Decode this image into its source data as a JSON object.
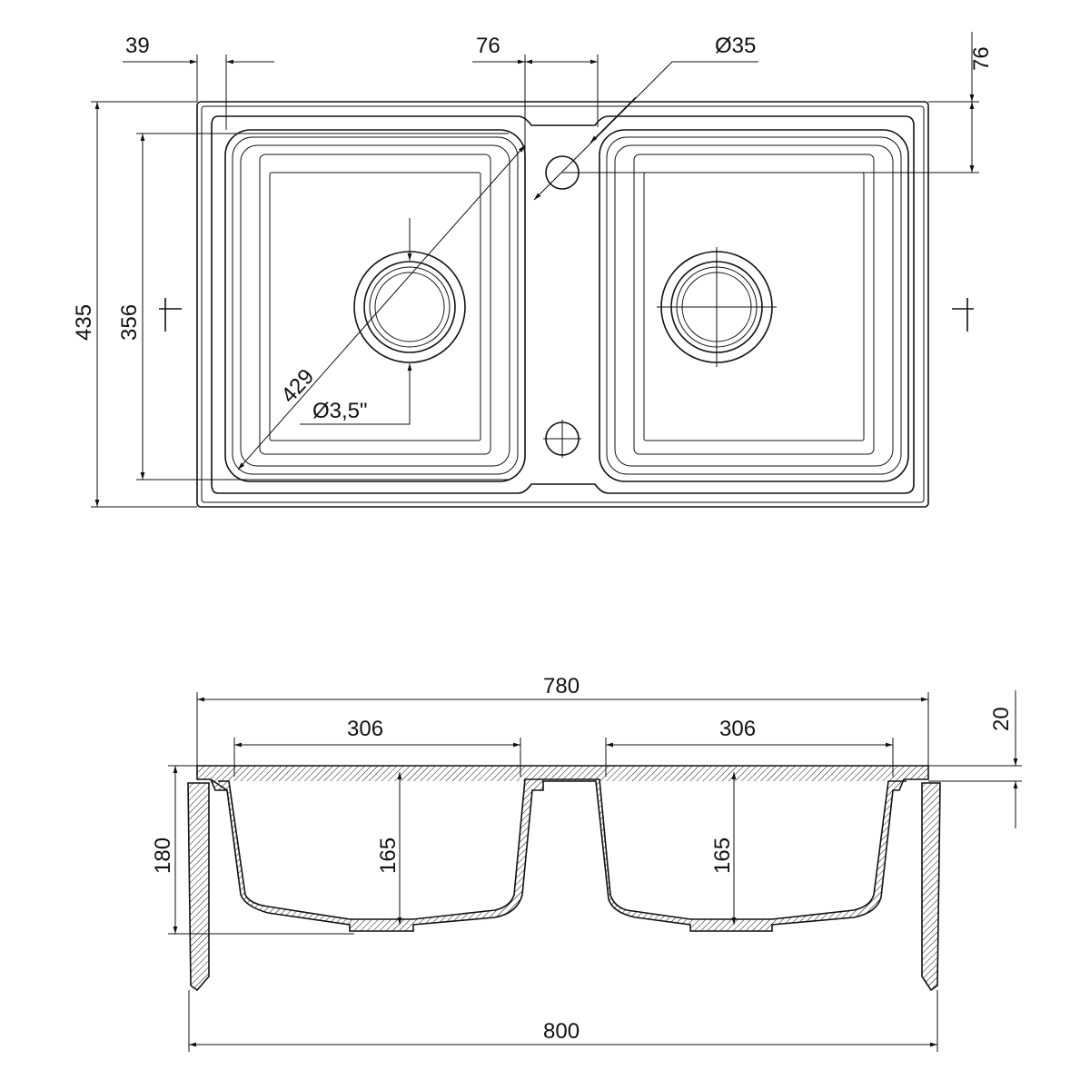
{
  "title": "Double bowl sink technical drawing",
  "top_view": {
    "dims": {
      "edge_to_bowl": "39",
      "bowl_gap": "76",
      "tap_hole_diameter": "Ø35",
      "tap_hole_offset": "76",
      "overall_depth": "435",
      "bowl_depth": "356",
      "bowl_diagonal": "429",
      "drain_diameter": "Ø3,5\""
    }
  },
  "section_view": {
    "dims": {
      "inner_width": "780",
      "left_bowl_width": "306",
      "right_bowl_width": "306",
      "rim_height": "20",
      "overall_height": "180",
      "left_bowl_depth": "165",
      "right_bowl_depth": "165",
      "overall_width": "800"
    }
  }
}
